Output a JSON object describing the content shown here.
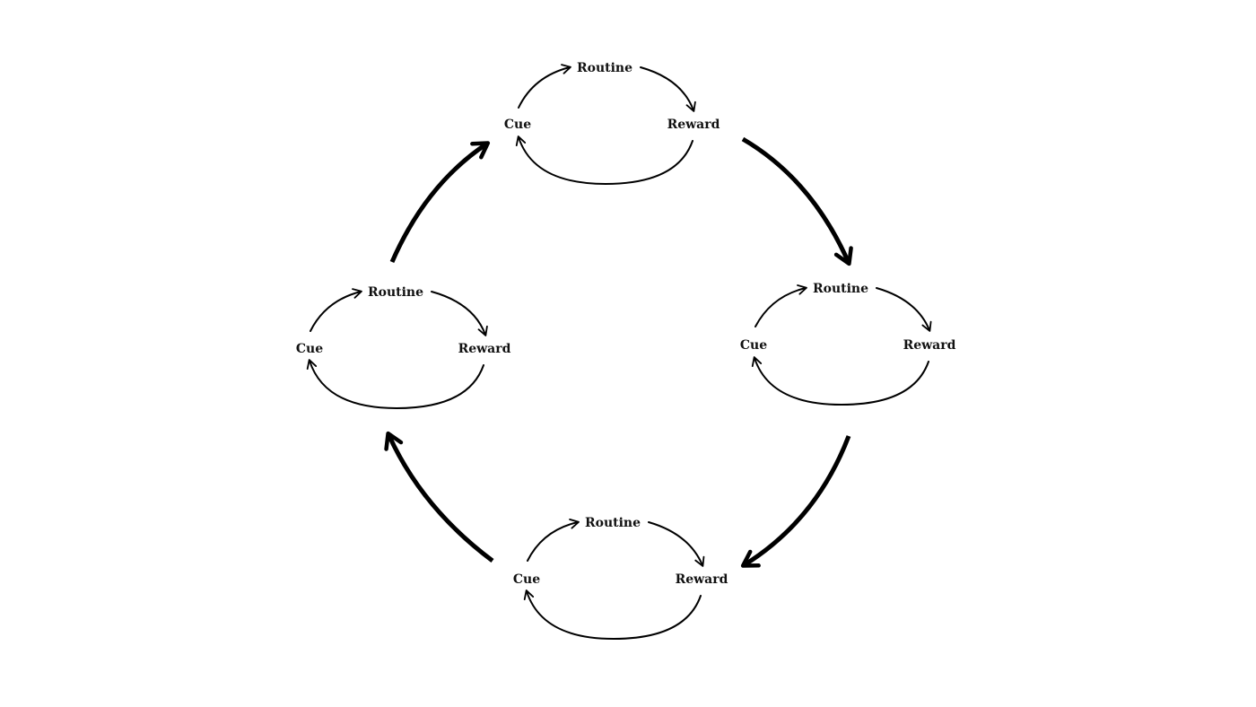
{
  "diagram": {
    "loops": [
      {
        "id": "top",
        "routine": "Routine",
        "cue": "Cue",
        "reward": "Reward"
      },
      {
        "id": "right",
        "routine": "Routine",
        "cue": "Cue",
        "reward": "Reward"
      },
      {
        "id": "bottom",
        "routine": "Routine",
        "cue": "Cue",
        "reward": "Reward"
      },
      {
        "id": "left",
        "routine": "Routine",
        "cue": "Cue",
        "reward": "Reward"
      }
    ],
    "cycle_direction": "clockwise",
    "stroke_color": "#000000",
    "background_color": "#ffffff"
  }
}
